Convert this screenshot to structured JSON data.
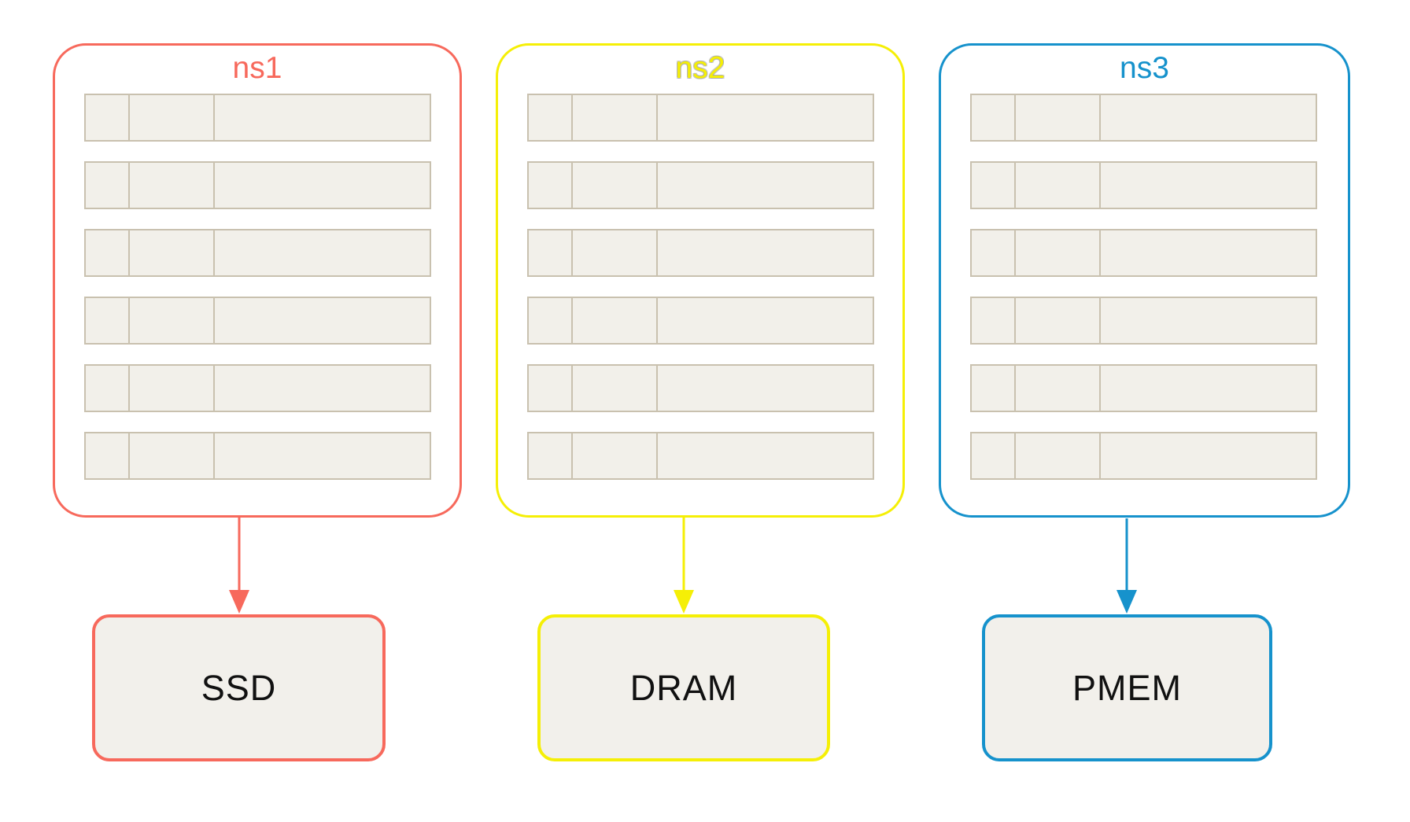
{
  "diagram": {
    "title": "",
    "namespaces": [
      {
        "id": "ns1",
        "label": "ns1",
        "color": "#f7695c",
        "target": "SSD"
      },
      {
        "id": "ns2",
        "label": "ns2",
        "color": "#f5ef06",
        "target": "DRAM"
      },
      {
        "id": "ns3",
        "label": "ns3",
        "color": "#1692cc",
        "target": "PMEM"
      }
    ],
    "row_count": 6,
    "cells_per_row": 3,
    "cell_width_percents": [
      13.2,
      24.5,
      62.3
    ],
    "storage_nodes": [
      {
        "id": "ssd",
        "label": "SSD",
        "color": "#f7695c"
      },
      {
        "id": "dram",
        "label": "DRAM",
        "color": "#f5ef06"
      },
      {
        "id": "pmem",
        "label": "PMEM",
        "color": "#1692cc"
      }
    ],
    "edges": [
      {
        "from": "ns1",
        "to": "SSD",
        "color": "#f7695c"
      },
      {
        "from": "ns2",
        "to": "DRAM",
        "color": "#f5ef06"
      },
      {
        "from": "ns3",
        "to": "PMEM",
        "color": "#1692cc"
      }
    ],
    "colors": {
      "background": "#ffffff",
      "cell_fill": "#f2f0ea",
      "cell_border": "#c9c1af",
      "storage_fill": "#f2f0eb",
      "label_text": "#111111"
    }
  }
}
